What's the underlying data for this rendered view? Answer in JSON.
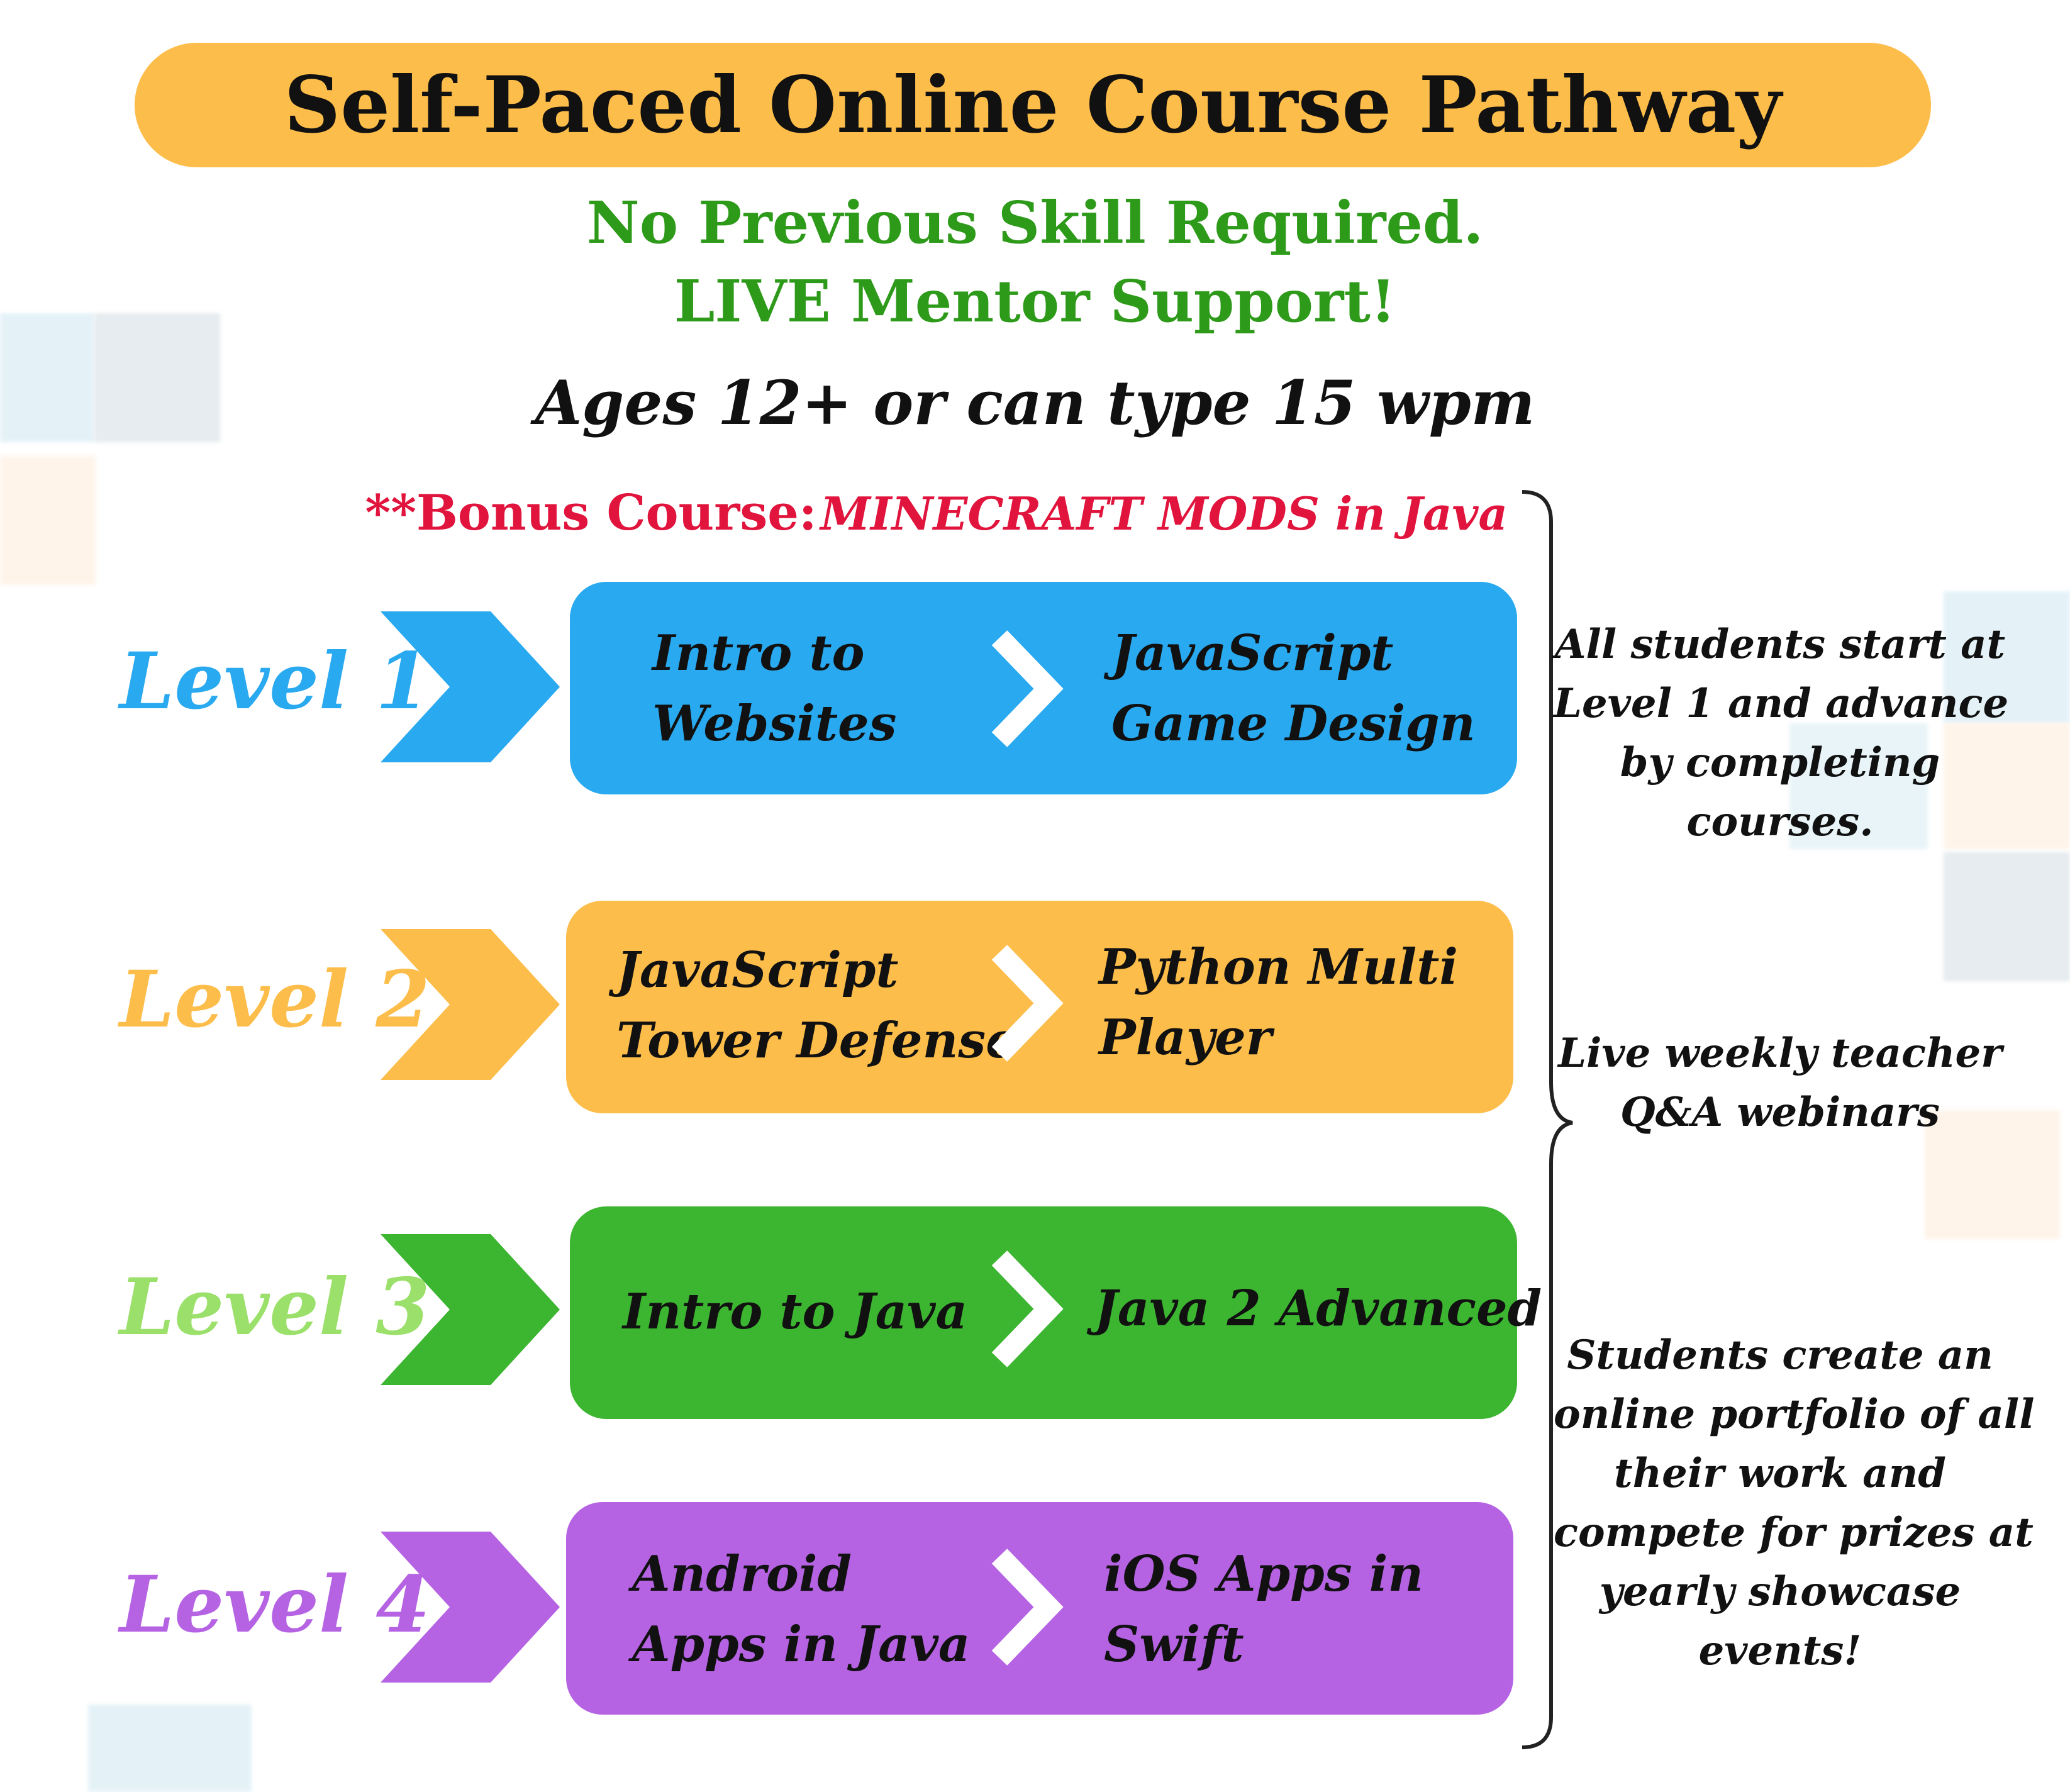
{
  "title": "Self-Paced Online Course Pathway",
  "subtitle_lines": [
    "No Previous Skill Required.",
    "LIVE Mentor Support!"
  ],
  "ages": "Ages 12+ or can type 15 wpm",
  "bonus": {
    "label": "**Bonus Course:",
    "course": "MINECRAFT MODS in Java"
  },
  "levels": [
    {
      "label": "Level 1",
      "color": "#29A9EF",
      "courses": [
        [
          "Intro to",
          "Websites"
        ],
        [
          "JavaScript",
          "Game Design"
        ]
      ]
    },
    {
      "label": "Level 2",
      "color": "#FDBD4A",
      "courses": [
        [
          "JavaScript",
          "Tower Defense"
        ],
        [
          "Python Multi",
          "Player"
        ]
      ]
    },
    {
      "label": "Level 3",
      "color": "#3CB531",
      "label_color": "#9AE06A",
      "courses": [
        [
          "Intro to Java"
        ],
        [
          "Java 2 Advanced"
        ]
      ]
    },
    {
      "label": "Level 4",
      "color": "#B563E3",
      "courses": [
        [
          "Android",
          "Apps in Java"
        ],
        [
          "iOS Apps in",
          "Swift"
        ]
      ]
    }
  ],
  "notes": [
    [
      "All students start at",
      "Level 1 and advance",
      "by completing",
      "courses."
    ],
    [
      "Live weekly teacher",
      "Q&A webinars"
    ],
    [
      "Students create an",
      "online portfolio of all",
      "their work and",
      "compete for prizes at",
      "yearly showcase",
      "events!"
    ]
  ]
}
